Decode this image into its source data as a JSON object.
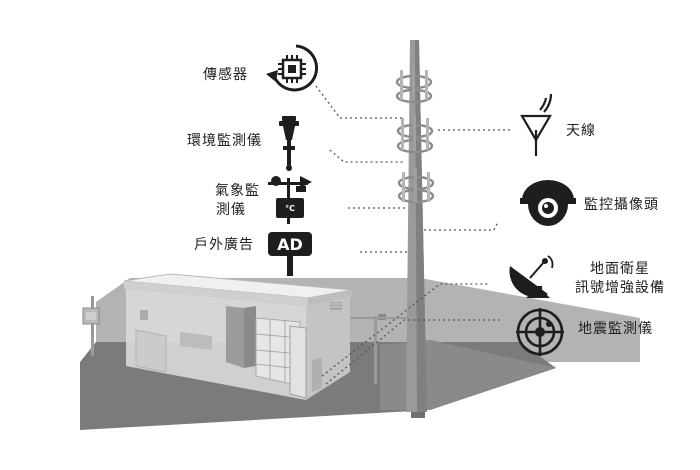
{
  "labels": {
    "sensor": "傳感器",
    "environment_monitor": "環境監測儀",
    "weather_monitor_line1": "氣象監",
    "weather_monitor_line2": "測儀",
    "outdoor_ad": "戶外廣告",
    "antenna": "天線",
    "camera": "監控攝像頭",
    "satellite_line1": "地面衛星",
    "satellite_line2": "訊號增強設備",
    "seismic_monitor": "地震監測儀"
  },
  "icon_text": {
    "ad_sign": "AD",
    "temperature": "°C"
  },
  "colors": {
    "ground": "#7b7b7b",
    "ground_back": "#a9a9a9",
    "tower": "#9a9a9a",
    "shelter_wall": "#d9d9d9",
    "icon": "#1e1e1e",
    "leader_line": "#555555",
    "text": "#1f1f1f"
  }
}
